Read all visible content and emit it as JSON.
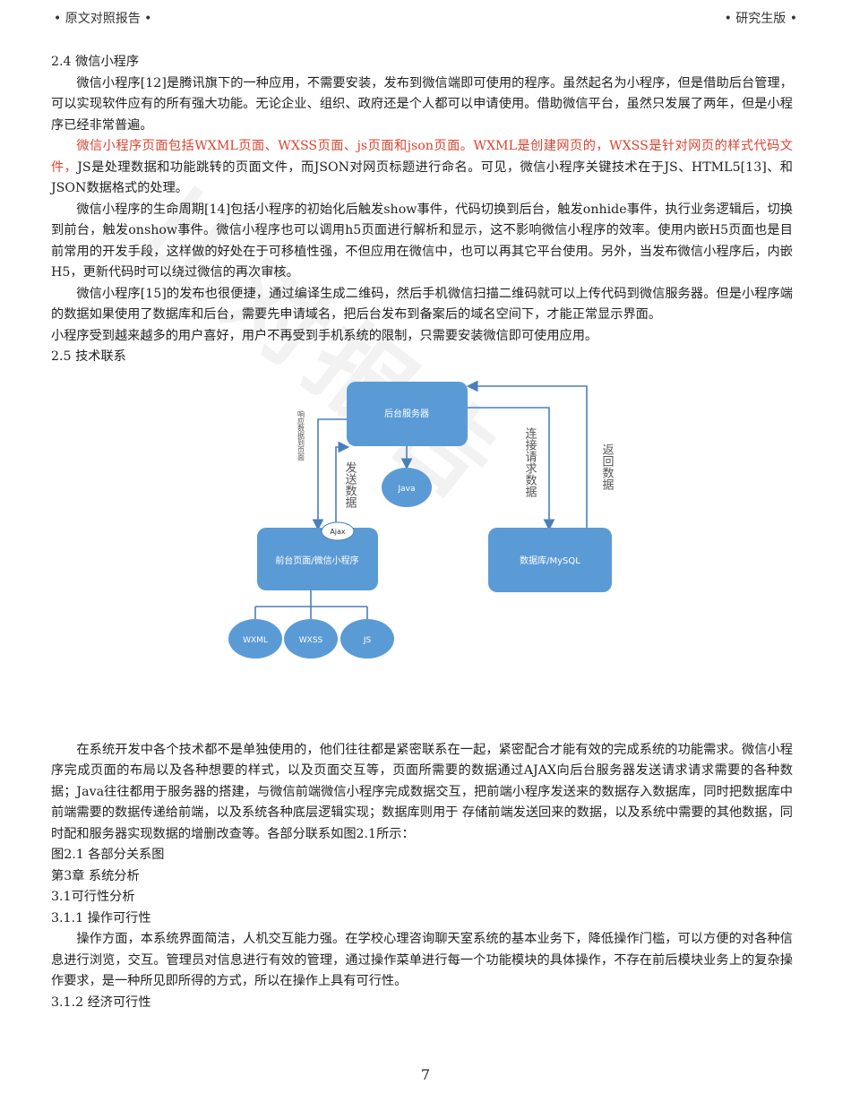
{
  "header": {
    "left": "• 原文对照报告 •",
    "right": "• 研究生版 •"
  },
  "sec_2_4": {
    "title": "2.4 微信小程序",
    "p1": "微信小程序[12]是腾讯旗下的一种应用，不需要安装，发布到微信端即可使用的程序。虽然起名为小程序，但是借助后台管理，可以实现软件应有的所有强大功能。无论企业、组织、政府还是个人都可以申请使用。借助微信平台，虽然只发展了两年，但是小程序已经非常普遍。",
    "p2_red": "微信小程序页面包括WXML页面、WXSS页面、js页面和json页面。WXML是创建网页的，WXSS是针对网页的样式代码文件，",
    "p2_rest": "JS是处理数据和功能跳转的页面文件，而JSON对网页标题进行命名。可见，微信小程序关键技术在于JS、HTML5[13]、和JSON数据格式的处理。",
    "p3": "微信小程序的生命周期[14]包括小程序的初始化后触发show事件，代码切换到后台，触发onhide事件，执行业务逻辑后，切换到前台，触发onshow事件。微信小程序也可以调用h5页面进行解析和显示，这不影响微信小程序的效率。使用内嵌H5页面也是目前常用的开发手段，这样做的好处在于可移植性强，不但应用在微信中，也可以再其它平台使用。另外，当发布微信小程序后，内嵌H5，更新代码时可以绕过微信的再次审核。",
    "p4": "微信小程序[15]的发布也很便捷，通过编译生成二维码，然后手机微信扫描二维码就可以上传代码到微信服务器。但是小程序端的数据如果使用了数据库和后台，需要先申请域名，把后台发布到备案后的域名空间下，才能正常显示界面。",
    "p5": "小程序受到越来越多的用户喜好，用户不再受到手机系统的限制，只需要安装微信即可使用应用。"
  },
  "sec_2_5": {
    "title": "2.5 技术联系",
    "p1": "在系统开发中各个技术都不是单独使用的，他们往往都是紧密联系在一起，紧密配合才能有效的完成系统的功能需求。微信小程序完成页面的布局以及各种想要的样式，以及页面交互等，页面所需要的数据通过AJAX向后台服务器发送请求请求需要的各种数据；Java往往都用于服务器的搭建，与微信前端微信小程序完成数据交互，把前端小程序发送来的数据存入数据库，同时把数据库中前端需要的数据传递给前端，以及系统各种底层逻辑实现；数据库则用于 存储前端发送回来的数据，以及系统中需要的其他数据，同时配和服务器实现数据的增删改查等。各部分联系如图2.1所示：",
    "fig_caption": "图2.1 各部分关系图"
  },
  "diagram": {
    "server": "后台服务器",
    "java": "Java",
    "frontend": "前台页面/微信小程序",
    "ajax": "Ajax",
    "database": "数据库/MySQL",
    "wxml": "WXML",
    "wxss": "WXSS",
    "js": "JS",
    "label_response": "响应数据到页面",
    "label_send": "发送数据",
    "label_connect": "连接请求数据",
    "label_return": "返回数据",
    "color_node": "#5b9bd5",
    "color_line": "#4a7ebb"
  },
  "ch3": {
    "title": "第3章 系统分析",
    "s31": "3.1可行性分析",
    "s311": "3.1.1 操作可行性",
    "p311": "操作方面，本系统界面简洁，人机交互能力强。在学校心理咨询聊天室系统的基本业务下，降低操作门槛，可以方便的对各种信息进行浏览，交互。管理员对信息进行有效的管理，通过操作菜单进行每一个功能模块的具体操作，不存在前后模块业务上的复杂操作要求，是一种所见即所得的方式，所以在操作上具有可行性。",
    "s312": "3.1.2 经济可行性"
  },
  "footer": {
    "page": "7"
  }
}
